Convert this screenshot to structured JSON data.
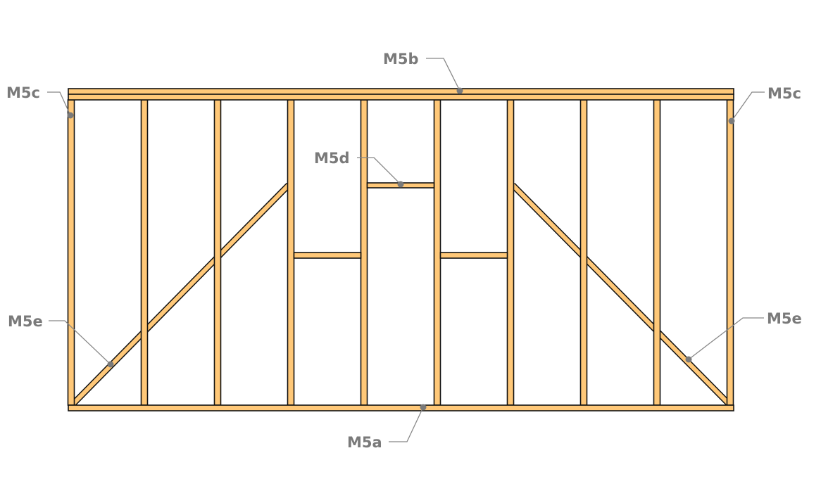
{
  "diagram": {
    "title_implied": null,
    "labels": {
      "top_plate": "M5b",
      "end_stud_left": "M5c",
      "end_stud_right": "M5c",
      "blocking": "M5d",
      "brace_left": "M5e",
      "brace_right": "M5e",
      "bottom_plate": "M5a"
    },
    "colors": {
      "wood": "#FFC878",
      "outline": "#111111",
      "label": "#7a7a7a"
    }
  }
}
